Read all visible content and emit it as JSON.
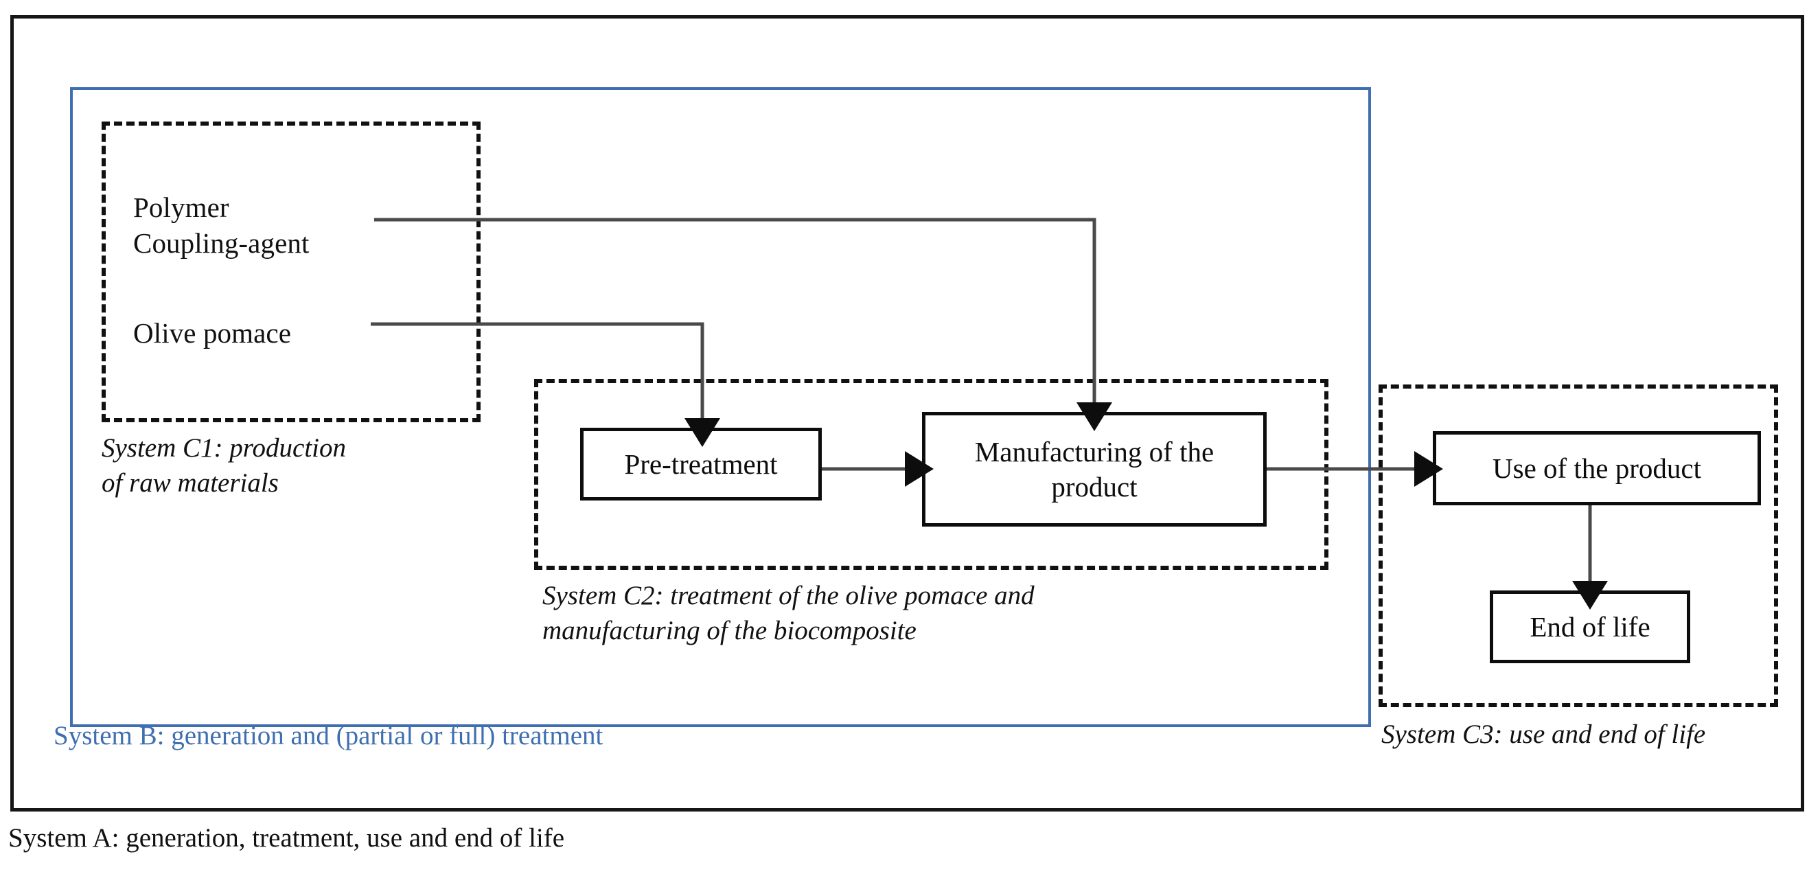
{
  "diagram": {
    "outer_system": {
      "label": "System A: generation, treatment, use and end of life"
    },
    "blue_system": {
      "label": "System B: generation and (partial or full) treatment",
      "color": "#3F6FB0"
    },
    "subsystems": [
      {
        "id": "C1",
        "caption": "System C1: production\nof raw materials",
        "materials": [
          {
            "label": "Polymer\nCoupling-agent"
          },
          {
            "label": "Olive pomace"
          }
        ]
      },
      {
        "id": "C2",
        "caption": "System C2: treatment of the olive pomace and\nmanufacturing of the biocomposite",
        "processes": [
          {
            "label": "Pre-treatment"
          },
          {
            "label": "Manufacturing of\nthe product"
          }
        ]
      },
      {
        "id": "C3",
        "caption": "System C3: use and end of life",
        "processes": [
          {
            "label": "Use of the product"
          },
          {
            "label": "End of life"
          }
        ]
      }
    ],
    "flows": [
      {
        "from": "Polymer / Coupling-agent",
        "to": "Manufacturing of the product"
      },
      {
        "from": "Olive pomace",
        "to": "Pre-treatment"
      },
      {
        "from": "Pre-treatment",
        "to": "Manufacturing of the product"
      },
      {
        "from": "Manufacturing of the product",
        "to": "Use of the product"
      },
      {
        "from": "Use of the product",
        "to": "End of life"
      }
    ]
  }
}
